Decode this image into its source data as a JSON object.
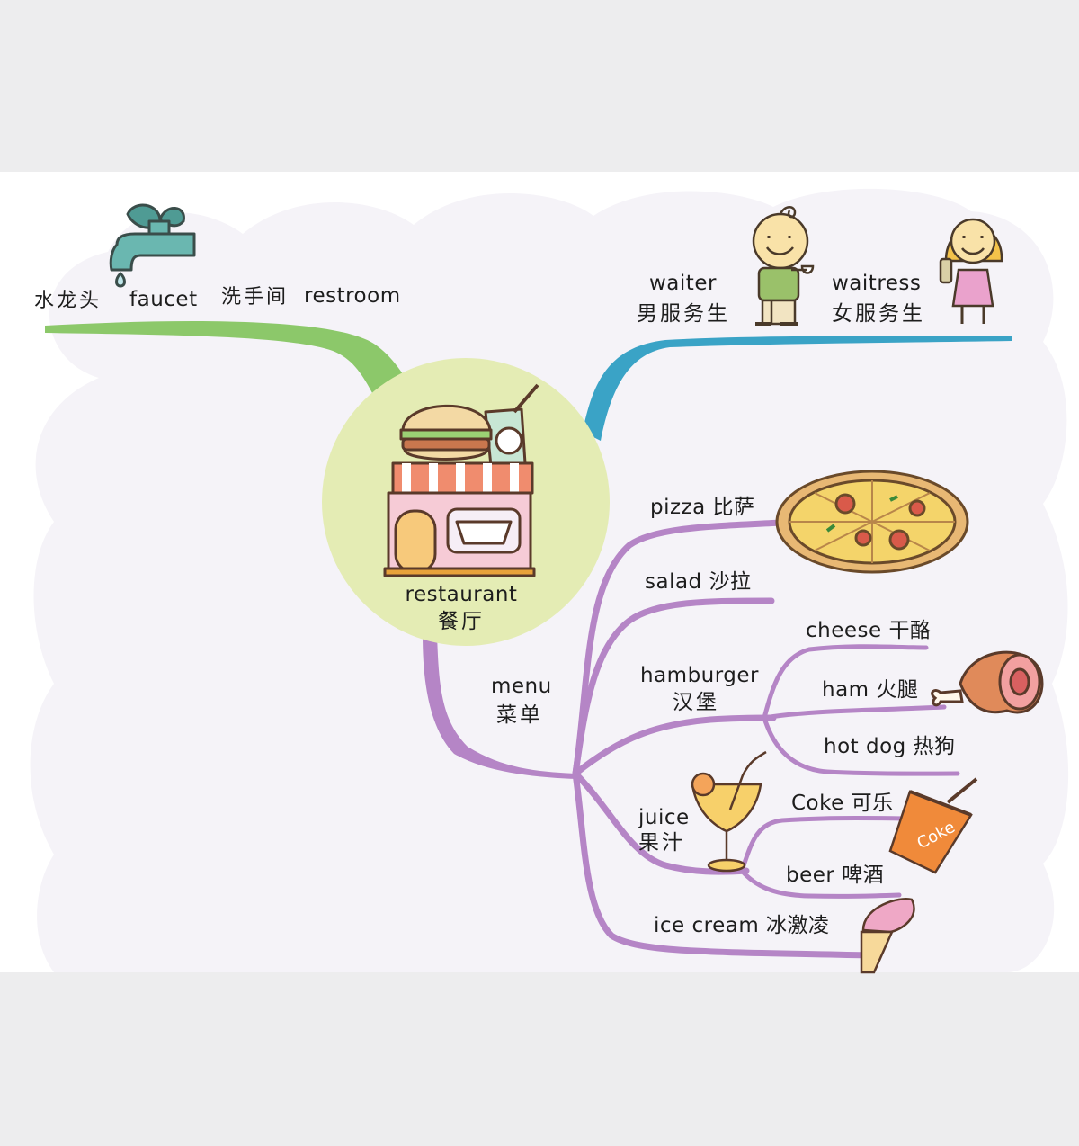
{
  "center": {
    "en": "restaurant",
    "zh": "餐厅"
  },
  "faucet_branch": {
    "faucet_zh": "水龙头",
    "faucet_en": "faucet",
    "restroom_zh": "洗手间",
    "restroom_en": "restroom",
    "color": "#8cc86a"
  },
  "staff_branch": {
    "waiter_en": "waiter",
    "waiter_zh": "男服务生",
    "waitress_en": "waitress",
    "waitress_zh": "女服务生",
    "color": "#3aa3c6"
  },
  "menu_branch": {
    "menu_en": "menu",
    "menu_zh": "菜单",
    "color": "#b585c6",
    "pizza": "pizza 比萨",
    "salad": "salad 沙拉",
    "hamburger_en": "hamburger",
    "hamburger_zh": "汉堡",
    "cheese": "cheese 干酪",
    "ham": "ham 火腿",
    "hotdog": "hot dog 热狗",
    "juice_en": "juice",
    "juice_zh": "果汁",
    "coke": "Coke 可乐",
    "coke_cup_text": "Coke",
    "beer": "beer 啤酒",
    "icecream": "ice cream  冰激凌"
  },
  "colors": {
    "background": "#ededee",
    "panel": "#ffffff",
    "cloud": "#f5f3f8",
    "center_circle": "#e4ecb4"
  },
  "icons": [
    "faucet-icon",
    "waiter-icon",
    "waitress-icon",
    "restaurant-icon",
    "pizza-icon",
    "ham-icon",
    "juice-glass-icon",
    "coke-cup-icon",
    "ice-cream-icon"
  ]
}
